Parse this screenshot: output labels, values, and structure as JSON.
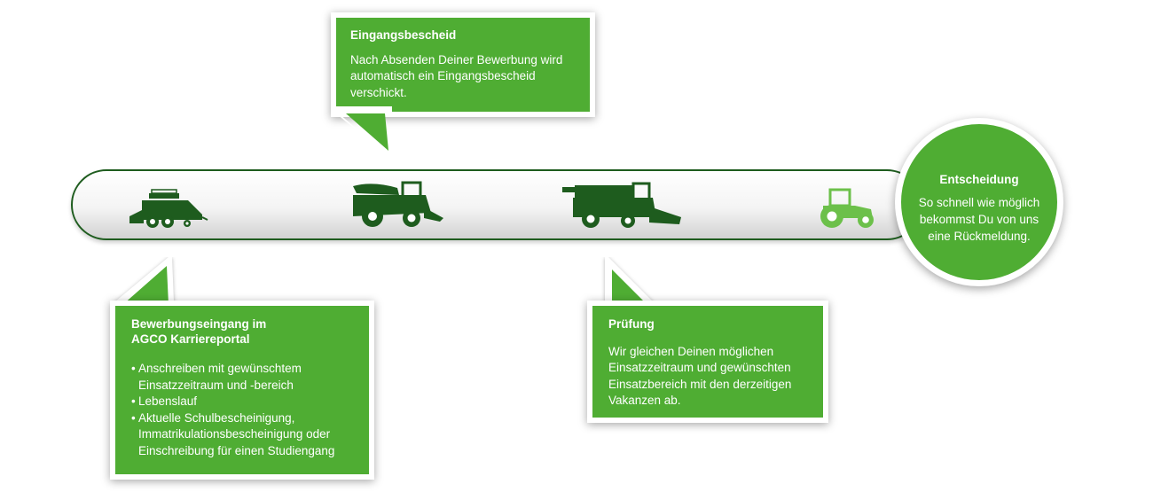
{
  "steps": {
    "eingangsbescheid": {
      "title": "Eingangsbescheid",
      "text": "Nach Absenden Deiner Bewerbung wird automatisch ein Eingangsbescheid verschickt."
    },
    "bewerbungseingang": {
      "title_line1": "Bewerbungseingang im",
      "title_line2": "AGCO Karriereportal",
      "items": [
        "Anschreiben mit gewünschtem Einsatzzeitraum und -bereich",
        "Lebenslauf",
        "Aktuelle Schulbescheinigung, Immatrikulationsbescheinigung oder Einschreibung für einen Studiengang"
      ]
    },
    "pruefung": {
      "title": "Prüfung",
      "text": "Wir gleichen Deinen möglichen Einsatzzeitraum und gewünschten Einsatzbereich mit den derzeitigen Vakanzen ab."
    },
    "entscheidung": {
      "title": "Entscheidung",
      "text": "So schnell wie möglich bekommst Du von uns eine Rückmeldung."
    }
  },
  "machines": [
    "baler-icon",
    "forage-harvester-icon",
    "combine-harvester-icon",
    "tractor-icon"
  ],
  "colors": {
    "green": "#4fad33",
    "dark_green": "#1e5c1e",
    "light_green": "#6cc04a"
  }
}
